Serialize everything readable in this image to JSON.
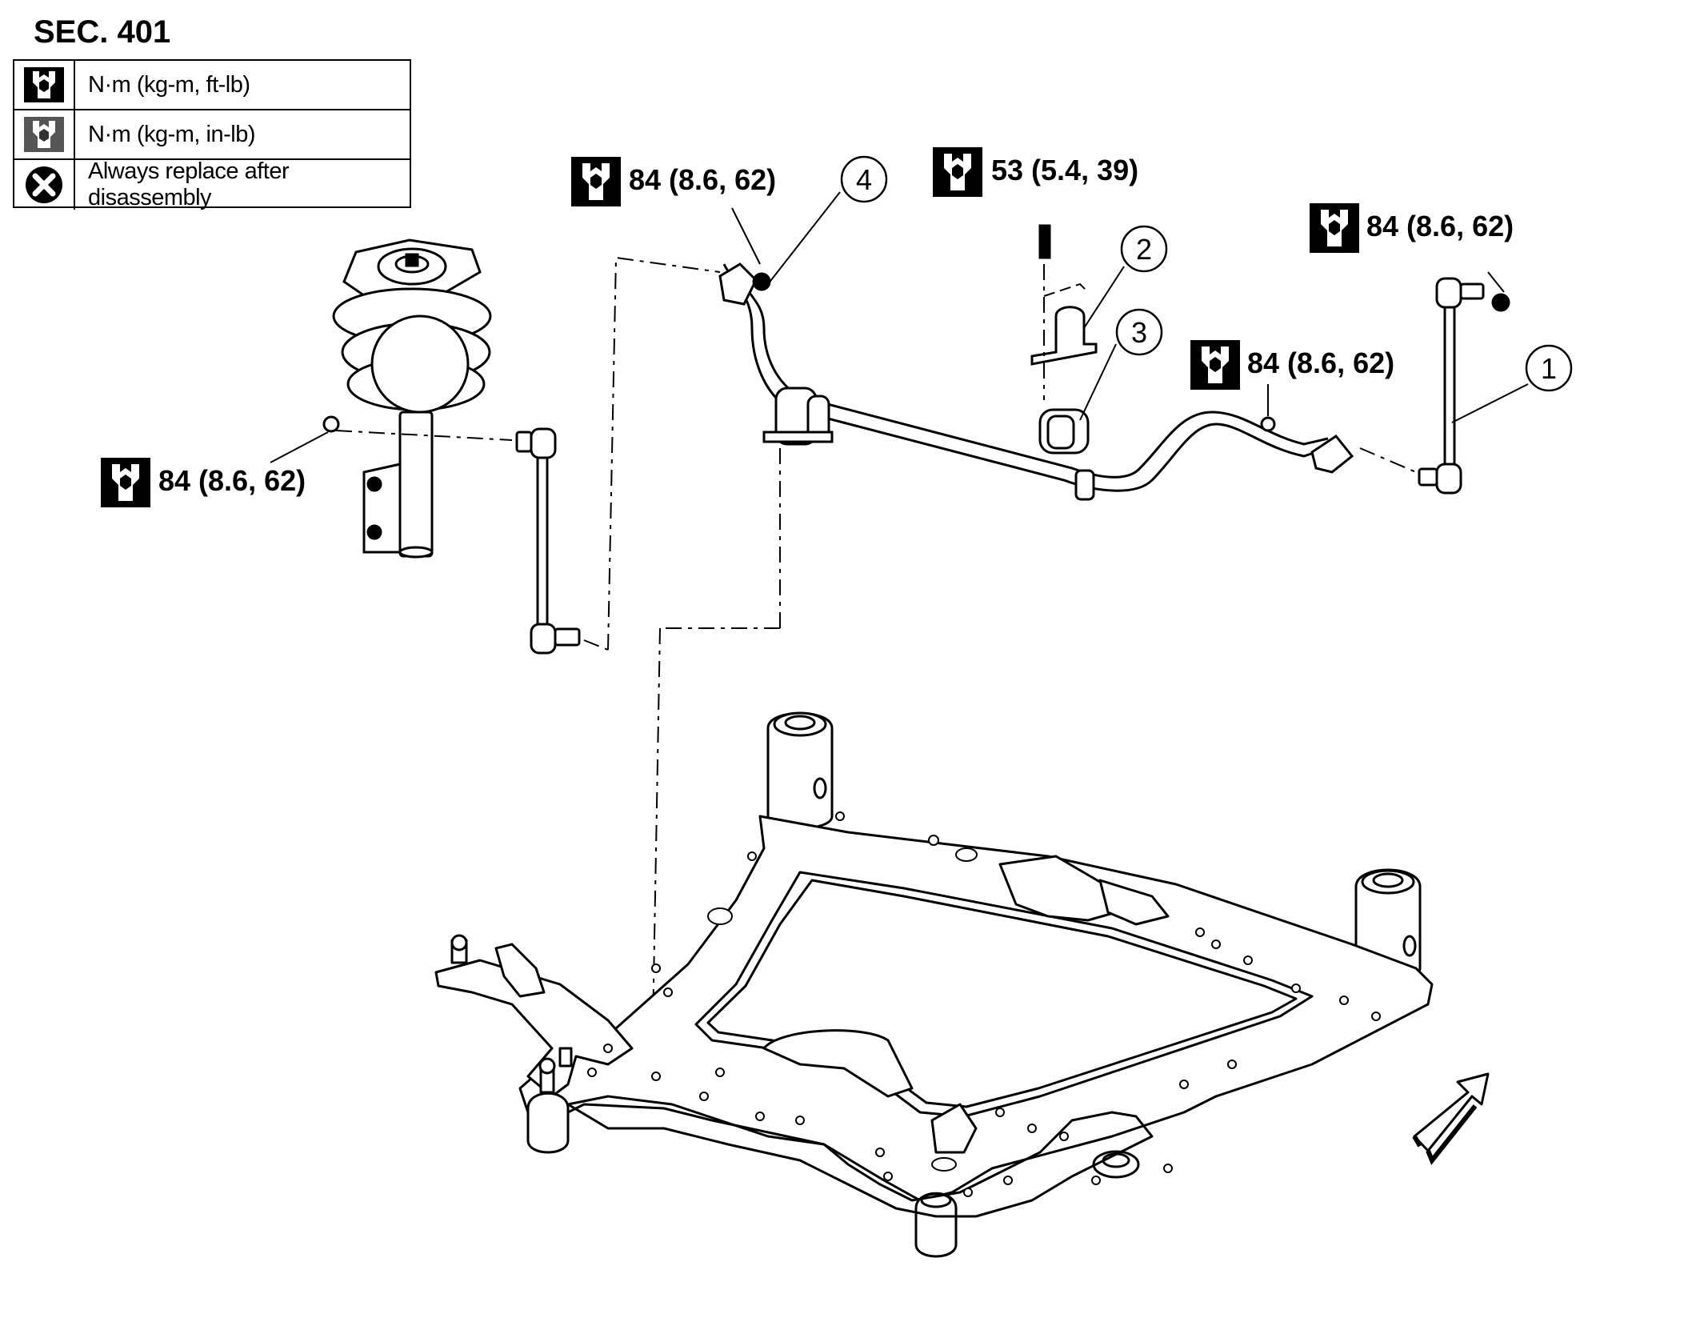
{
  "section": "SEC. 401",
  "legend": [
    {
      "icon": "torque-wrench-icon",
      "text": "N·m (kg-m, ft-lb)"
    },
    {
      "icon": "torque-wrench-inlb-icon",
      "text": "N·m (kg-m, in-lb)"
    },
    {
      "icon": "always-replace-icon",
      "text": "Always replace after disassembly"
    }
  ],
  "torque_specs": [
    {
      "id": "t1",
      "text": "84 (8.6, 62)"
    },
    {
      "id": "t2",
      "text": "53 (5.4, 39)"
    },
    {
      "id": "t3",
      "text": "84 (8.6, 62)"
    },
    {
      "id": "t4",
      "text": "84 (8.6, 62)"
    },
    {
      "id": "t5",
      "text": "84 (8.6, 62)"
    }
  ],
  "callouts": [
    "1",
    "2",
    "3",
    "4"
  ]
}
